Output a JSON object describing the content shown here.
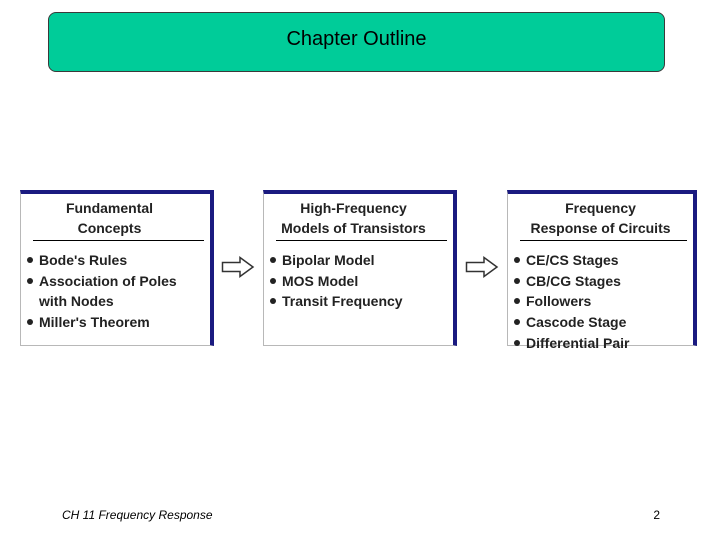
{
  "title": "Chapter Outline",
  "boxes": [
    {
      "header": [
        "Fundamental",
        "Concepts"
      ],
      "items": [
        [
          "Bode's Rules"
        ],
        [
          "Association of Poles",
          "with Nodes"
        ],
        [
          "Miller's Theorem"
        ]
      ]
    },
    {
      "header": [
        "High-Frequency",
        "Models of Transistors"
      ],
      "items": [
        [
          "Bipolar Model"
        ],
        [
          "MOS Model"
        ],
        [
          "Transit Frequency"
        ]
      ]
    },
    {
      "header": [
        "Frequency",
        "Response of Circuits"
      ],
      "items": [
        [
          "CE/CS Stages"
        ],
        [
          "CB/CG Stages"
        ],
        [
          "Followers"
        ],
        [
          "Cascode Stage"
        ],
        [
          "Differential Pair"
        ]
      ]
    }
  ],
  "footer": {
    "left": "CH 11 Frequency Response",
    "page_number": "2"
  },
  "colors": {
    "title_bar": "#00cc99",
    "box_shadow": "#1a1a80"
  }
}
